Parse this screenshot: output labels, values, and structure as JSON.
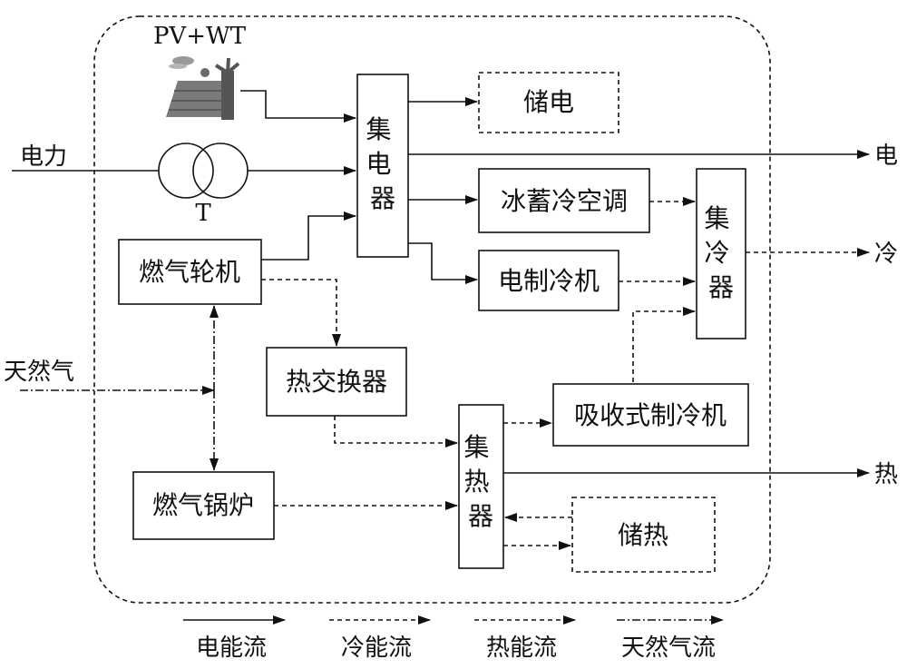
{
  "source_label": "PV+WT",
  "transformer_label": "T",
  "inputs": {
    "power": "电力",
    "gas": "天然气"
  },
  "outputs": {
    "electric": "电",
    "cooling": "冷",
    "heat": "热"
  },
  "blocks": {
    "elec_bus": [
      "集",
      "电",
      "器"
    ],
    "cold_bus": [
      "集",
      "冷",
      "器"
    ],
    "heat_bus": [
      "集",
      "热",
      "器"
    ],
    "battery": "储电",
    "ice_ac": "冰蓄冷空调",
    "electric_chiller": "电制冷机",
    "gas_turbine": "燃气轮机",
    "heat_exchanger": "热交换器",
    "absorption_chiller": "吸收式制冷机",
    "gas_boiler": "燃气锅炉",
    "heat_storage": "储热"
  },
  "legend": {
    "electric_flow": "电能流",
    "cooling_flow": "冷能流",
    "heat_flow": "热能流",
    "gas_flow": "天然气流"
  }
}
